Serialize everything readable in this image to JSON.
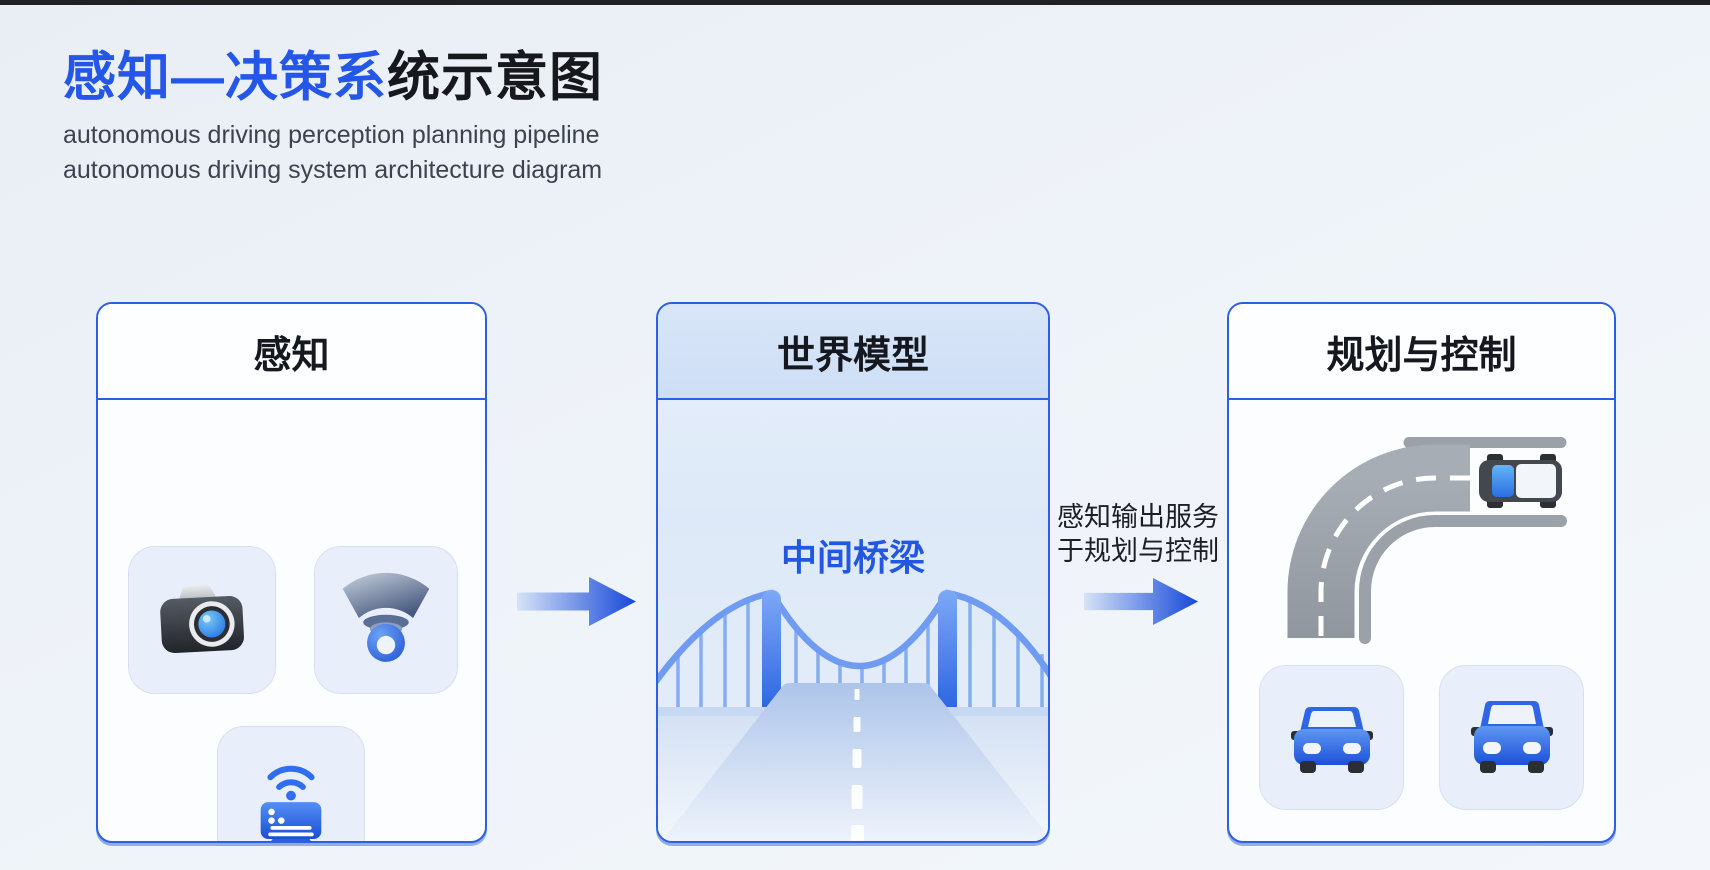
{
  "header": {
    "title_blue": "感知—决策系",
    "title_dark": "统示意图",
    "subtitle_line1": "autonomous driving perception planning pipeline",
    "subtitle_line2": "autonomous driving system architecture diagram"
  },
  "boxes": {
    "perception": {
      "title": "感知",
      "icons": [
        "camera-icon",
        "dome-camera-icon",
        "wireless-radar-icon"
      ]
    },
    "world_model": {
      "title": "世界模型",
      "label": "中间桥梁",
      "illustration": "suspension-bridge"
    },
    "planning": {
      "title": "规划与控制",
      "illustration": "curved-road-with-car",
      "icons": [
        "car-front-icon",
        "car-front-icon"
      ]
    }
  },
  "annotation": {
    "line1": "感知输出服务",
    "line2": "于规划与控制"
  },
  "colors": {
    "accent_blue": "#2563eb",
    "panel_border": "#2a5fe6",
    "arrow_blue": "#1648d9",
    "title_dark": "#16181d",
    "subtitle_gray": "#3d434e",
    "tile_background": "#e9effa",
    "road_gray": "#9aa1a9",
    "world_header_blue": "#d9e6f8",
    "top_bar": "#1f2125"
  }
}
